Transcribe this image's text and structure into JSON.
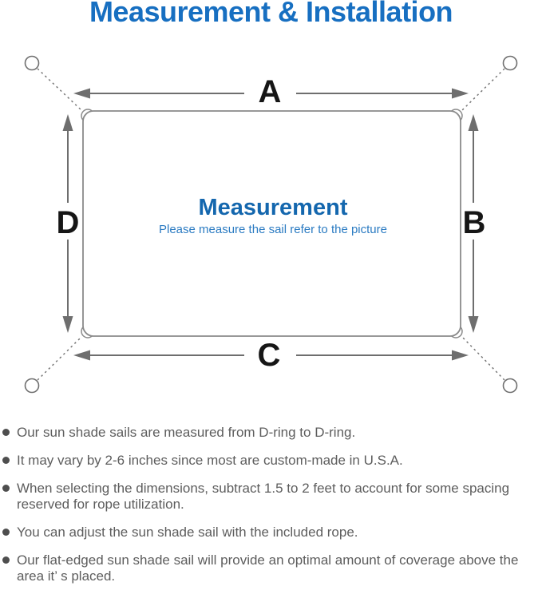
{
  "title": "Measurement & Installation",
  "diagram": {
    "heading": "Measurement",
    "subheading": "Please measure the sail refer to the picture",
    "labels": {
      "top": "A",
      "right": "B",
      "bottom": "C",
      "left": "D"
    }
  },
  "notes": [
    "Our sun shade sails are measured from D-ring to D-ring.",
    "It may vary by 2-6 inches since most are custom-made in U.S.A.",
    "When selecting the dimensions, subtract 1.5 to 2 feet to account for some spacing reserved for rope utilization.",
    "You can adjust the sun shade sail with the included rope.",
    "Our flat-edged sun shade sail will provide an optimal amount of coverage above the area it’ s placed."
  ],
  "colors": {
    "title_blue": "#176fc1",
    "heading_blue": "#1467ae",
    "subheading_blue": "#2b7bc2",
    "body_text_gray": "#5d5d5d",
    "diagram_line_gray": "#8a8a8a",
    "arrow_gray": "#6e6e6e",
    "label_black": "#161616"
  }
}
